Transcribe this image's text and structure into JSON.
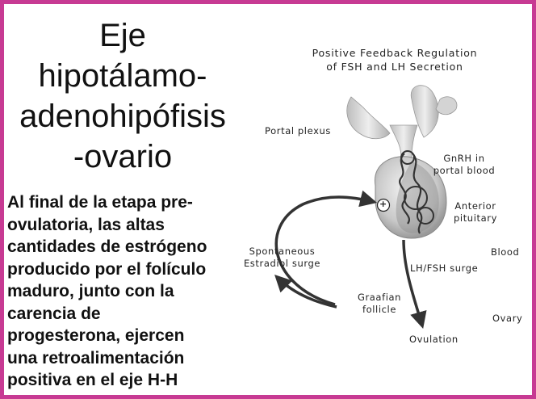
{
  "title": {
    "lines": [
      "Eje",
      "hipotálamo-",
      "adenohipófisis",
      "-ovario"
    ]
  },
  "body": {
    "lines": [
      "Al final de la etapa pre-",
      "ovulatoria, las altas",
      "cantidades de estrógeno",
      "producido por el folículo",
      "maduro, junto con la",
      "carencia de",
      "progesterona, ejercen",
      "una retroalimentación",
      "positiva en el eje H-H"
    ]
  },
  "figure": {
    "title_lines": [
      "Positive Feedback Regulation",
      "of FSH and LH Secretion"
    ],
    "labels": {
      "portal_plexus": "Portal plexus",
      "gnrh_line1": "GnRH in",
      "gnrh_line2": "portal blood",
      "anterior_line1": "Anterior",
      "anterior_line2": "pituitary",
      "plus_sign": "+",
      "blood": "Blood",
      "spontaneous": "Spontaneous",
      "estradiol_surge": "Estradiol surge",
      "lh_fsh_surge": "LH/FSH surge",
      "graafian": "Graafian",
      "follicle": "follicle",
      "ovary": "Ovary",
      "ovulation": "Ovulation"
    }
  },
  "colors": {
    "border": "#c73a93",
    "text": "#111111",
    "arrow": "#333333"
  }
}
